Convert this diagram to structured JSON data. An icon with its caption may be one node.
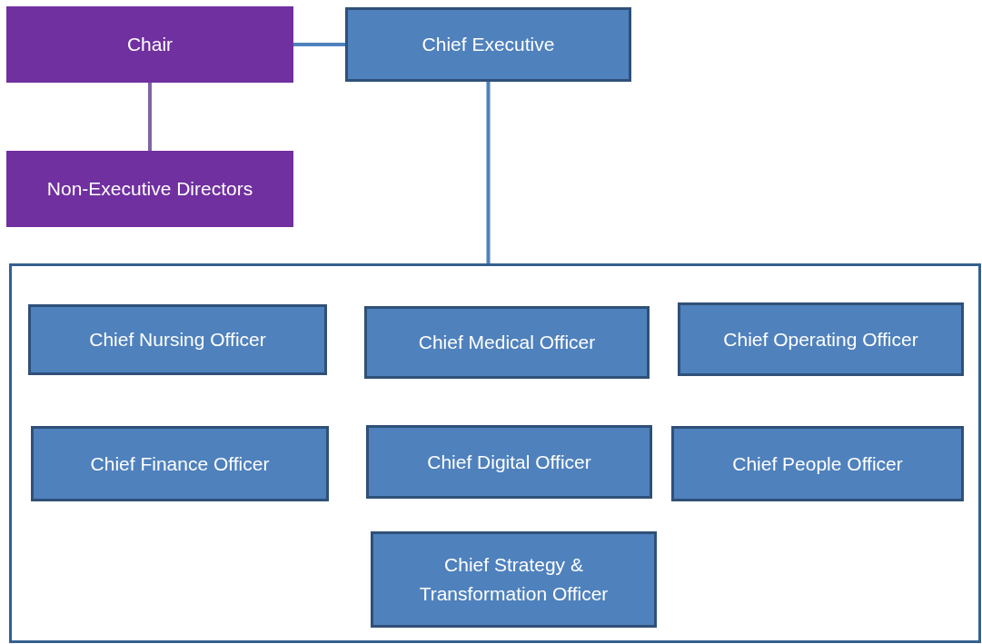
{
  "diagram": {
    "nodes": [
      {
        "text": [
          "Chair"
        ]
      },
      {
        "text": [
          "Chief Executive"
        ]
      },
      {
        "text": [
          "Non-Executive Directors"
        ]
      },
      {
        "text": [],
        "shape": "box"
      },
      {
        "text": [
          "Chief Nursing Officer"
        ],
        "in": 3
      },
      {
        "text": [
          "Chief Medical Officer"
        ],
        "in": 3
      },
      {
        "text": [
          "Chief Operating Officer"
        ],
        "in": 3
      },
      {
        "text": [
          "Chief Finance Officer"
        ],
        "in": 3
      },
      {
        "text": [
          "Chief Digital Officer"
        ],
        "in": 3
      },
      {
        "text": [
          "Chief People Officer"
        ],
        "in": 3
      },
      {
        "text": [
          "Chief Strategy & Transformation Officer"
        ],
        "in": 3
      }
    ],
    "edges": [
      {
        "from": 0,
        "to": 1,
        "arrow": "none"
      },
      {
        "from": 0,
        "to": 2,
        "arrow": "none",
        "color": "#8064a2"
      },
      {
        "from": 1,
        "to": 3,
        "arrow": "none"
      }
    ]
  }
}
